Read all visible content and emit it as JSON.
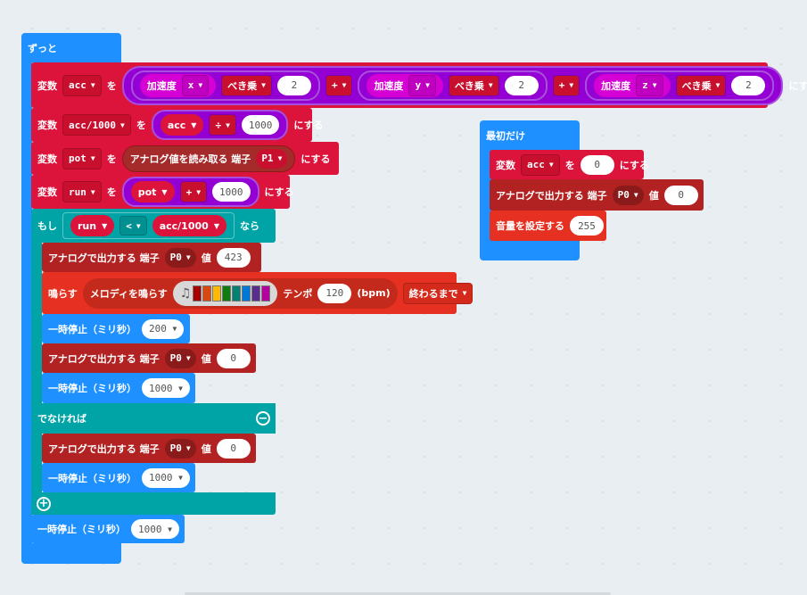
{
  "forever": {
    "label": "ずっと",
    "set_acc": {
      "var_label": "変数",
      "var": "acc",
      "to": "を",
      "accel": "加速度",
      "x": "x",
      "y": "y",
      "z": "z",
      "pow": "べき乗",
      "two": "2",
      "plus": "+",
      "set": "にする"
    },
    "set_acc1000": {
      "var_label": "変数",
      "var": "acc/1000",
      "to": "を",
      "operand": "acc",
      "op": "÷",
      "value": "1000",
      "set": "にする"
    },
    "set_pot": {
      "var_label": "変数",
      "var": "pot",
      "to": "を",
      "read": "アナログ値を読み取る 端子",
      "pin": "P1",
      "set": "にする"
    },
    "set_run": {
      "var_label": "変数",
      "var": "run",
      "to": "を",
      "operand": "pot",
      "op": "+",
      "value": "1000",
      "set": "にする"
    },
    "if": {
      "if": "もし",
      "left": "run",
      "op": "<",
      "right": "acc/1000",
      "then": "なら",
      "else": "でなければ"
    },
    "then_body": {
      "analog1": {
        "label": "アナログで出力する 端子",
        "pin": "P0",
        "value_label": "値",
        "value": "423"
      },
      "play": {
        "label": "鳴らす",
        "melody": "メロディを鳴らす",
        "tempo": "テンポ",
        "bpm": "120",
        "unit": "(bpm)",
        "mode": "終わるまで"
      },
      "pause1": {
        "label": "一時停止（ミリ秒）",
        "value": "200"
      },
      "analog2": {
        "label": "アナログで出力する 端子",
        "pin": "P0",
        "value_label": "値",
        "value": "0"
      },
      "pause2": {
        "label": "一時停止（ミリ秒）",
        "value": "1000"
      }
    },
    "else_body": {
      "analog": {
        "label": "アナログで出力する 端子",
        "pin": "P0",
        "value_label": "値",
        "value": "0"
      },
      "pause": {
        "label": "一時停止（ミリ秒）",
        "value": "1000"
      }
    },
    "pause": {
      "label": "一時停止（ミリ秒）",
      "value": "1000"
    }
  },
  "on_start": {
    "label": "最初だけ",
    "set_acc": {
      "var_label": "変数",
      "var": "acc",
      "to": "を",
      "value": "0",
      "set": "にする"
    },
    "analog": {
      "label": "アナログで出力する 端子",
      "pin": "P0",
      "value_label": "値",
      "value": "0"
    },
    "volume": {
      "label": "音量を設定する",
      "value": "255"
    }
  },
  "melody_colors": [
    "#a80000",
    "#d9480f",
    "#ffb900",
    "#107c10",
    "#008272",
    "#0078d7",
    "#5c2d91",
    "#b4009e"
  ]
}
